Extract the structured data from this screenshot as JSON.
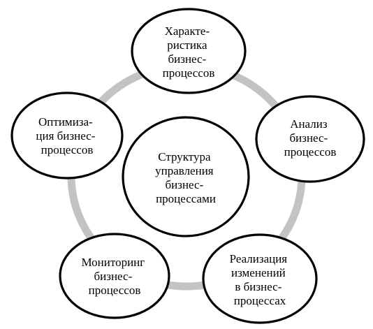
{
  "diagram": {
    "center": {
      "lines": [
        "Структура",
        "управления",
        "бизнес-",
        "процессами"
      ]
    },
    "nodes": [
      {
        "id": "characteristic",
        "lines": [
          "Характе-",
          "ристика",
          "бизнес-",
          "процессов"
        ]
      },
      {
        "id": "analysis",
        "lines": [
          "Анализ",
          "бизнес-",
          "процессов"
        ]
      },
      {
        "id": "implementation",
        "lines": [
          "Реализация",
          "изменений",
          "в бизнес-",
          "процессах"
        ]
      },
      {
        "id": "monitoring",
        "lines": [
          "Мониторинг",
          "бизнес-",
          "процессов"
        ]
      },
      {
        "id": "optimization",
        "lines": [
          "Оптимиза-",
          "ция бизнес-",
          "процессов"
        ]
      }
    ],
    "colors": {
      "ring": "#c3c3c3",
      "outline": "#000000",
      "fill": "#ffffff",
      "text": "#000000"
    }
  }
}
